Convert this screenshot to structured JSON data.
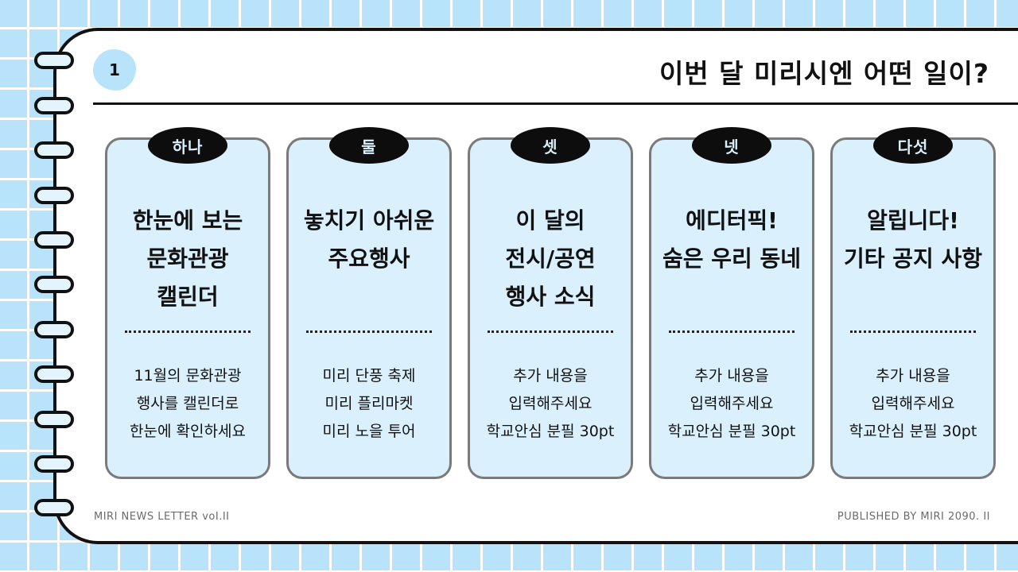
{
  "page": {
    "number": "1",
    "title": "이번 달 미리시엔 어떤 일이?"
  },
  "cards": [
    {
      "tag": "하나",
      "title": "한눈에 보는\n문화관광\n캘린더",
      "body": "11월의 문화관광\n행사를 캘린더로\n한눈에 확인하세요"
    },
    {
      "tag": "둘",
      "title": "놓치기 아쉬운\n주요행사",
      "body": "미리 단풍 축제\n미리 플리마켓\n미리 노을 투어"
    },
    {
      "tag": "셋",
      "title": "이 달의\n전시/공연\n행사 소식",
      "body": "추가 내용을\n입력해주세요\n학교안심 분필 30pt"
    },
    {
      "tag": "넷",
      "title": "에디터픽!\n숨은 우리 동네",
      "body": "추가 내용을\n입력해주세요\n학교안심 분필 30pt"
    },
    {
      "tag": "다섯",
      "title": "알립니다!\n기타 공지 사항",
      "body": "추가 내용을\n입력해주세요\n학교안심 분필 30pt"
    }
  ],
  "footer": {
    "left": "MIRI NEWS LETTER voI.II",
    "right": "PUBLISHED BY MIRI 2090. II"
  },
  "colors": {
    "background_grid": "#b9e3fa",
    "card_fill": "#daf1fd",
    "card_border": "#7a7a7a",
    "tag_fill": "#0d0d0d",
    "tag_text": "#d9f0fb"
  }
}
